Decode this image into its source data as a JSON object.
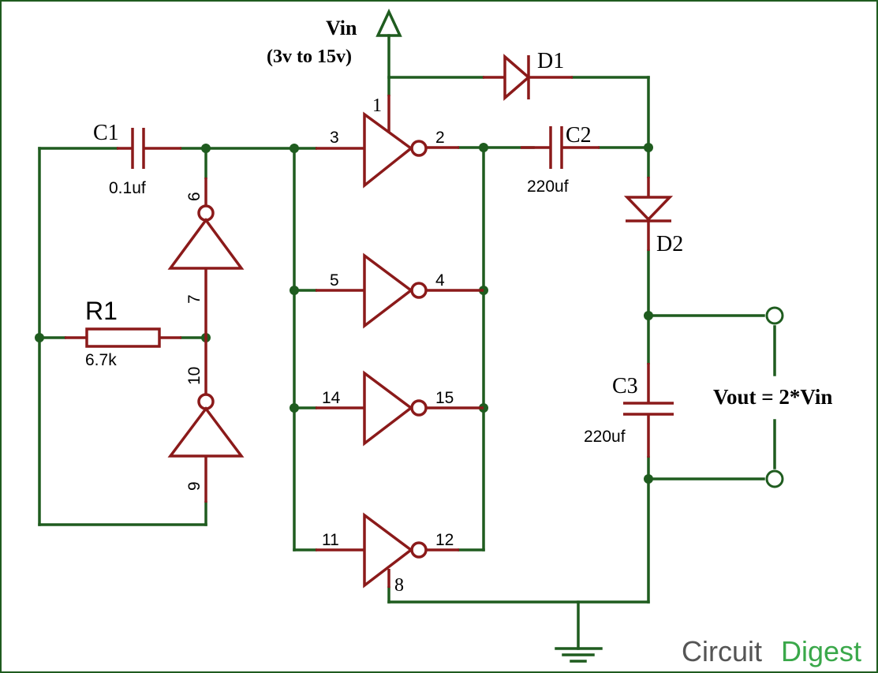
{
  "vin": {
    "label": "Vin",
    "range": "(3v to 15v)"
  },
  "vout": {
    "label": "Vout = 2*Vin"
  },
  "c1": {
    "name": "C1",
    "value": "0.1uf"
  },
  "c2": {
    "name": "C2",
    "value": "220uf"
  },
  "c3": {
    "name": "C3",
    "value": "220uf"
  },
  "r1": {
    "name": "R1",
    "value": "6.7k"
  },
  "d1": {
    "name": "D1"
  },
  "d2": {
    "name": "D2"
  },
  "pins": {
    "p1": "1",
    "p2": "2",
    "p3": "3",
    "p4": "4",
    "p5": "5",
    "p6": "6",
    "p7": "7",
    "p8": "8",
    "p9": "9",
    "p10": "10",
    "p11": "11",
    "p12": "12",
    "p14": "14",
    "p15": "15"
  },
  "brand": {
    "part1": "Circuit",
    "part2": "Digest"
  },
  "colors": {
    "wire": "#1f5c1f",
    "component": "#8b1a1a",
    "brand_gray": "#555555",
    "brand_green": "#3aa84a"
  }
}
